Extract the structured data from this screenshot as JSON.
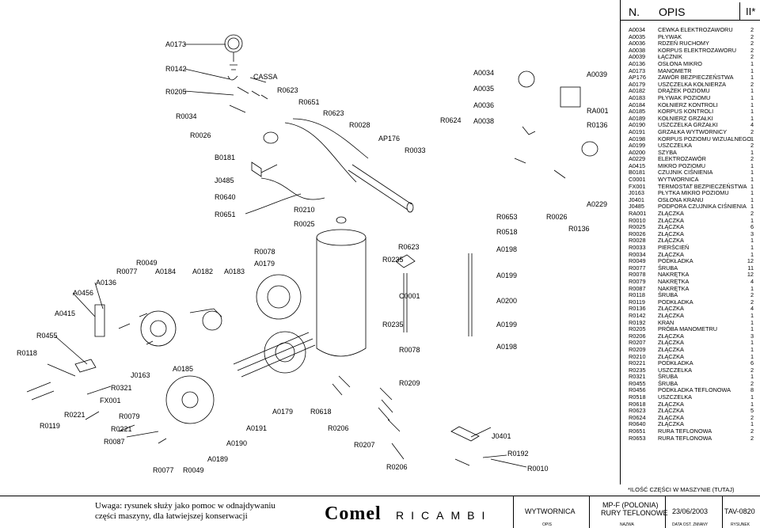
{
  "panel": {
    "n_label": "N.",
    "title": "OPIS",
    "sheet": "II*"
  },
  "parts": [
    {
      "code": "A0034",
      "desc": "CEWKA ELEKTROZAWORU",
      "qty": "2"
    },
    {
      "code": "A0035",
      "desc": "PŁYWAK",
      "qty": "2"
    },
    {
      "code": "A0036",
      "desc": "RDZEŃ RUCHOMY",
      "qty": "2"
    },
    {
      "code": "A0038",
      "desc": "KORPUS ELEKTROZAWORU",
      "qty": "2"
    },
    {
      "code": "A0039",
      "desc": "ŁĄCZNIK",
      "qty": "2"
    },
    {
      "code": "A0136",
      "desc": "OSŁONA MIKRO",
      "qty": "1"
    },
    {
      "code": "A0173",
      "desc": "MANOMETR",
      "qty": "1"
    },
    {
      "code": "AP176",
      "desc": "ZAWÓR BEZPIECZEŃSTWA",
      "qty": "1"
    },
    {
      "code": "A0179",
      "desc": "USZCZELKA KOŁNIERZA",
      "qty": "2"
    },
    {
      "code": "A0182",
      "desc": "DRĄŻEK POZIOMU",
      "qty": "1"
    },
    {
      "code": "A0183",
      "desc": "PŁYWAK POZIOMU",
      "qty": "1"
    },
    {
      "code": "A0184",
      "desc": "KOŁNIERZ KONTROLI",
      "qty": "1"
    },
    {
      "code": "A0185",
      "desc": "KORPUS KONTROLI",
      "qty": "1"
    },
    {
      "code": "A0189",
      "desc": "KOŁNIERZ GRZAŁKI",
      "qty": "1"
    },
    {
      "code": "A0190",
      "desc": "USZCZELKA GRZAŁKI",
      "qty": "4"
    },
    {
      "code": "A0191",
      "desc": "GRZAŁKA WYTWORNICY",
      "qty": "2"
    },
    {
      "code": "A0198",
      "desc": "KORPUS POZIOMU WIZUALNEGO",
      "qty": "1"
    },
    {
      "code": "A0199",
      "desc": "USZCZELKA",
      "qty": "2"
    },
    {
      "code": "A0200",
      "desc": "SZYBA",
      "qty": "1"
    },
    {
      "code": "A0229",
      "desc": "ELEKTROZAWÓR",
      "qty": "2"
    },
    {
      "code": "A0415",
      "desc": "MIKRO POZIOMU",
      "qty": "1"
    },
    {
      "code": "B0181",
      "desc": "CZUJNIK CIŚNIENIA",
      "qty": "1"
    },
    {
      "code": "C0001",
      "desc": "WYTWORNICA",
      "qty": "1"
    },
    {
      "code": "FX001",
      "desc": "TERMOSTAT BEZPIECZEŃSTWA",
      "qty": "1"
    },
    {
      "code": "J0163",
      "desc": "PŁYTKA MIKRO POZIOMU",
      "qty": "1"
    },
    {
      "code": "J0401",
      "desc": "OSŁONA KRANU",
      "qty": "1"
    },
    {
      "code": "J0485",
      "desc": "PODPORA CZUJNIKA CIŚNIENIA",
      "qty": "1"
    },
    {
      "code": "RA001",
      "desc": "ZŁĄCZKA",
      "qty": "2"
    },
    {
      "code": "R0010",
      "desc": "ZŁĄCZKA",
      "qty": "1"
    },
    {
      "code": "R0025",
      "desc": "ZŁĄCZKA",
      "qty": "6"
    },
    {
      "code": "R0026",
      "desc": "ZŁĄCZKA",
      "qty": "3"
    },
    {
      "code": "R0028",
      "desc": "ZŁĄCZKA",
      "qty": "1"
    },
    {
      "code": "R0033",
      "desc": "PIERŚCIEŃ",
      "qty": "1"
    },
    {
      "code": "R0034",
      "desc": "ZŁĄCZKA",
      "qty": "1"
    },
    {
      "code": "R0049",
      "desc": "PODKŁADKA",
      "qty": "12"
    },
    {
      "code": "R0077",
      "desc": "ŚRUBA",
      "qty": "11"
    },
    {
      "code": "R0078",
      "desc": "NAKRĘTKA",
      "qty": "12"
    },
    {
      "code": "R0079",
      "desc": "NAKRĘTKA",
      "qty": "4"
    },
    {
      "code": "R0087",
      "desc": "NAKRĘTKA",
      "qty": "1"
    },
    {
      "code": "R0118",
      "desc": "ŚRUBA",
      "qty": "2"
    },
    {
      "code": "R0119",
      "desc": "PODKŁADKA",
      "qty": "2"
    },
    {
      "code": "R0136",
      "desc": "ZŁĄCZKA",
      "qty": "4"
    },
    {
      "code": "R0142",
      "desc": "ZŁĄCZKA",
      "qty": "1"
    },
    {
      "code": "R0192",
      "desc": "KRAN",
      "qty": "1"
    },
    {
      "code": "R0205",
      "desc": "PRÓBA MANOMETRU",
      "qty": "1"
    },
    {
      "code": "R0206",
      "desc": "ZŁĄCZKA",
      "qty": "3"
    },
    {
      "code": "R0207",
      "desc": "ZŁĄCZKA",
      "qty": "1"
    },
    {
      "code": "R0209",
      "desc": "ZŁĄCZKA",
      "qty": "1"
    },
    {
      "code": "R0210",
      "desc": "ZŁĄCZKA",
      "qty": "1"
    },
    {
      "code": "R0221",
      "desc": "PODKŁADKA",
      "qty": "6"
    },
    {
      "code": "R0235",
      "desc": "USZCZELKA",
      "qty": "2"
    },
    {
      "code": "R0321",
      "desc": "ŚRUBA",
      "qty": "1"
    },
    {
      "code": "R0455",
      "desc": "ŚRUBA",
      "qty": "2"
    },
    {
      "code": "R0456",
      "desc": "PODKŁADKA TEFLONOWA",
      "qty": "8"
    },
    {
      "code": "R0518",
      "desc": "USZCZELKA",
      "qty": "1"
    },
    {
      "code": "R0618",
      "desc": "ZŁĄCZKA",
      "qty": "1"
    },
    {
      "code": "R0623",
      "desc": "ZŁĄCZKA",
      "qty": "5"
    },
    {
      "code": "R0624",
      "desc": "ZŁĄCZKA",
      "qty": "2"
    },
    {
      "code": "R0640",
      "desc": "ZŁĄCZKA",
      "qty": "1"
    },
    {
      "code": "R0651",
      "desc": "RURA TEFLONOWA",
      "qty": "2"
    },
    {
      "code": "R0653",
      "desc": "RURA TEFLONOWA",
      "qty": "2"
    }
  ],
  "diagram": {
    "callouts": [
      {
        "id": "A0173",
        "label": "A0173"
      },
      {
        "id": "R0142",
        "label": "R0142"
      },
      {
        "id": "R0205",
        "label": "R0205"
      },
      {
        "id": "CASSA",
        "label": "CASSA"
      },
      {
        "id": "R0623a",
        "label": "R0623"
      },
      {
        "id": "R0651a",
        "label": "R0651"
      },
      {
        "id": "R0623b",
        "label": "R0623"
      },
      {
        "id": "R0034",
        "label": "R0034"
      },
      {
        "id": "R0026a",
        "label": "R0026"
      },
      {
        "id": "R0028",
        "label": "R0028"
      },
      {
        "id": "AP176",
        "label": "AP176"
      },
      {
        "id": "R0033",
        "label": "R0033"
      },
      {
        "id": "R0624",
        "label": "R0624"
      },
      {
        "id": "A0034",
        "label": "A0034"
      },
      {
        "id": "A0035",
        "label": "A0035"
      },
      {
        "id": "A0036",
        "label": "A0036"
      },
      {
        "id": "A0038",
        "label": "A0038"
      },
      {
        "id": "A0039",
        "label": "A0039"
      },
      {
        "id": "RA001",
        "label": "RA001"
      },
      {
        "id": "R0136a",
        "label": "R0136"
      },
      {
        "id": "B0181",
        "label": "B0181"
      },
      {
        "id": "J0485",
        "label": "J0485"
      },
      {
        "id": "R0640",
        "label": "R0640"
      },
      {
        "id": "R0651b",
        "label": "R0651"
      },
      {
        "id": "R0210",
        "label": "R0210"
      },
      {
        "id": "R0025",
        "label": "R0025"
      },
      {
        "id": "R0653",
        "label": "R0653"
      },
      {
        "id": "R0518",
        "label": "R0518"
      },
      {
        "id": "R0026b",
        "label": "R0026"
      },
      {
        "id": "R0136b",
        "label": "R0136"
      },
      {
        "id": "A0229",
        "label": "A0229"
      },
      {
        "id": "R0078a",
        "label": "R0078"
      },
      {
        "id": "A0179a",
        "label": "A0179"
      },
      {
        "id": "R0049a",
        "label": "R0049"
      },
      {
        "id": "R0077a",
        "label": "R0077"
      },
      {
        "id": "A0184",
        "label": "A0184"
      },
      {
        "id": "A0182",
        "label": "A0182"
      },
      {
        "id": "A0183",
        "label": "A0183"
      },
      {
        "id": "R0623c",
        "label": "R0623"
      },
      {
        "id": "R0235a",
        "label": "R0235"
      },
      {
        "id": "A0198a",
        "label": "A0198"
      },
      {
        "id": "A0199a",
        "label": "A0199"
      },
      {
        "id": "A0136",
        "label": "A0136"
      },
      {
        "id": "A0456",
        "label": "A0456"
      },
      {
        "id": "C0001",
        "label": "C0001"
      },
      {
        "id": "A0200",
        "label": "A0200"
      },
      {
        "id": "A0415",
        "label": "A0415"
      },
      {
        "id": "R0235b",
        "label": "R0235"
      },
      {
        "id": "A0199b",
        "label": "A0199"
      },
      {
        "id": "R0455",
        "label": "R0455"
      },
      {
        "id": "R0078b",
        "label": "R0078"
      },
      {
        "id": "A0198b",
        "label": "A0198"
      },
      {
        "id": "R0118",
        "label": "R0118"
      },
      {
        "id": "J0163",
        "label": "J0163"
      },
      {
        "id": "A0185",
        "label": "A0185"
      },
      {
        "id": "R0321",
        "label": "R0321"
      },
      {
        "id": "R0209",
        "label": "R0209"
      },
      {
        "id": "FX001",
        "label": "FX001"
      },
      {
        "id": "R0221a",
        "label": "R0221"
      },
      {
        "id": "R0079",
        "label": "R0079"
      },
      {
        "id": "A0179b",
        "label": "A0179"
      },
      {
        "id": "R0618",
        "label": "R0618"
      },
      {
        "id": "R0119",
        "label": "R0119"
      },
      {
        "id": "R0221b",
        "label": "R0221"
      },
      {
        "id": "A0191",
        "label": "A0191"
      },
      {
        "id": "R0206a",
        "label": "R0206"
      },
      {
        "id": "J0401",
        "label": "J0401"
      },
      {
        "id": "R0087",
        "label": "R0087"
      },
      {
        "id": "A0190",
        "label": "A0190"
      },
      {
        "id": "R0207",
        "label": "R0207"
      },
      {
        "id": "R0192",
        "label": "R0192"
      },
      {
        "id": "A0189",
        "label": "A0189"
      },
      {
        "id": "R0077b",
        "label": "R0077"
      },
      {
        "id": "R0049b",
        "label": "R0049"
      },
      {
        "id": "R0206b",
        "label": "R0206"
      },
      {
        "id": "R0010",
        "label": "R0010"
      }
    ]
  },
  "footnote": "*ILOŚĆ CZĘŚCI W MASZYNIE (TUTAJ)",
  "title_block": {
    "note_line1": "Uwaga: rysunek służy jako pomoc w odnajdywaniu",
    "note_line2": "części maszyny, dla łatwiejszej konserwacji",
    "logo_main": "Comel",
    "logo_tail": "RICAMBI",
    "group": "WYTWORNICA",
    "model_line1": "MP-F (POLONIA)",
    "model_line2": "RURY TEFLONOWE",
    "date": "23/06/2003",
    "drawing_no": "TAV-0820",
    "cap_opis": "OPIS",
    "cap_nazwa": "NAZWA",
    "cap_data": "DATA OST. ZMIANY",
    "cap_rysunek": "RYSUNEK"
  }
}
